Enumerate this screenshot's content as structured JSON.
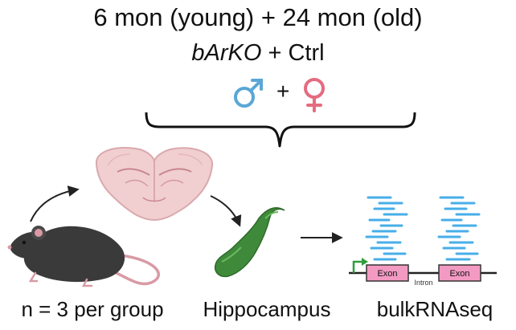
{
  "header": {
    "ages": "6 mon (young) + 24 mon (old)",
    "genotype_ko": "bArKO",
    "genotype_rest": " + Ctrl",
    "sex_plus": "+"
  },
  "icons": {
    "male": "male-symbol-icon",
    "female": "female-symbol-icon",
    "mouse": "mouse-illustration",
    "brain": "brain-coronal-section",
    "hippocampus": "hippocampus-illustration",
    "gene": "gene-structure-diagram"
  },
  "captions": {
    "mouse": "n = 3 per group",
    "hippocampus": "Hippocampus",
    "sequencing": "bulkRNAseq"
  },
  "gene": {
    "exon1": "Exon",
    "intron": "Intron",
    "exon2": "Exon"
  },
  "colors": {
    "male": "#5aa7d6",
    "female": "#e56b7f",
    "brain": "#f1cfd1",
    "hippocampus": "#3f8a3a",
    "reads": "#47aee8",
    "exon": "#f39ac3",
    "promoter": "#2e9e3b",
    "mouse": "#3a3a3a"
  }
}
